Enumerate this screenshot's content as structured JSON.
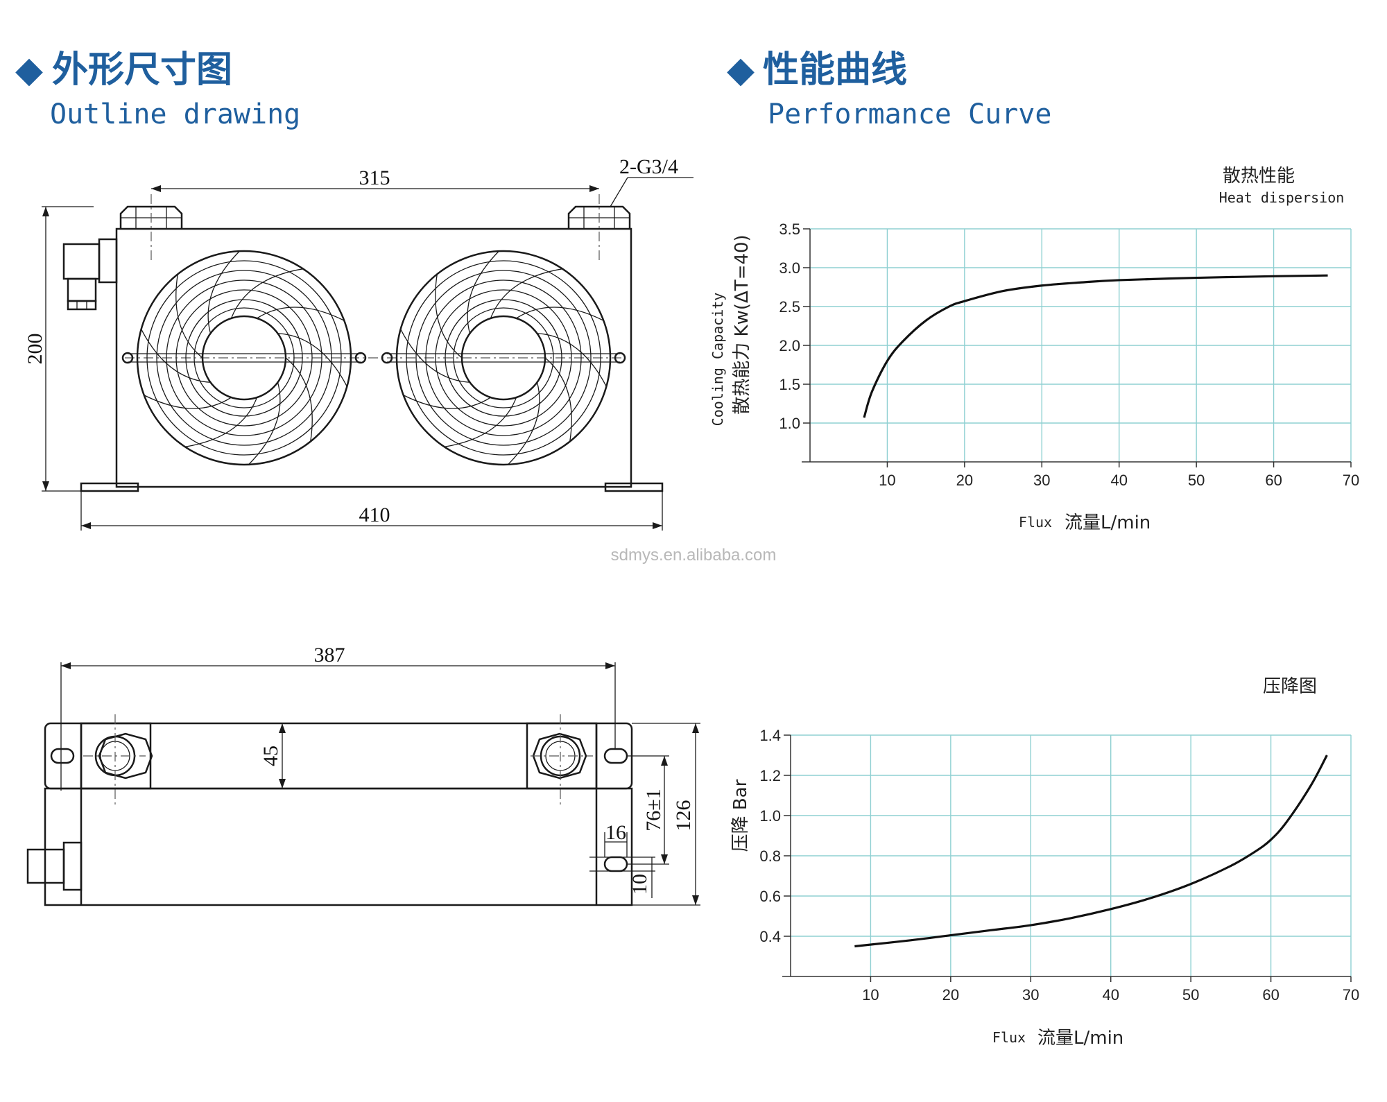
{
  "sections": {
    "outline": {
      "marker": "◆",
      "title_cn": "外形尺寸图",
      "title_en": "Outline drawing"
    },
    "performance": {
      "marker": "◆",
      "title_cn": "性能曲线",
      "title_en": "Performance Curve"
    }
  },
  "dimensions": {
    "front_top_width": "315",
    "port_spec": "2-G3/4",
    "front_height": "200",
    "front_base_width": "410",
    "side_length": "387",
    "side_thickness": "45",
    "hole_spacing": "76±1",
    "total_depth": "126",
    "hole_width": "16",
    "hole_height": "10"
  },
  "watermark": "sdmys.en.alibaba.com",
  "chart_data": [
    {
      "type": "line",
      "title": "散热性能",
      "subtitle": "Heat dispersion",
      "ylabel_en": "Cooling Capacity",
      "ylabel_cn": "散热能力 Kw(ΔT=40)",
      "xlabel_en": "Flux",
      "xlabel_cn": "流量L/min",
      "xlim": [
        0,
        70
      ],
      "ylim": [
        0.5,
        3.5
      ],
      "xticks": [
        "10",
        "20",
        "30",
        "40",
        "50",
        "60",
        "70"
      ],
      "yticks": [
        "3.5",
        "3.0",
        "2.5",
        "2.0",
        "1.5",
        "1.0"
      ],
      "grid": true,
      "series": [
        {
          "x": [
            7,
            8,
            10,
            12,
            15,
            18,
            20,
            25,
            30,
            35,
            40,
            50,
            60,
            67
          ],
          "y": [
            1.07,
            1.4,
            1.8,
            2.05,
            2.32,
            2.5,
            2.57,
            2.7,
            2.77,
            2.81,
            2.84,
            2.87,
            2.89,
            2.9
          ]
        }
      ]
    },
    {
      "type": "line",
      "title": "压降图",
      "ylabel_cn": "压降 Bar",
      "xlabel_en": "Flux",
      "xlabel_cn": "流量L/min",
      "xlim": [
        0,
        70
      ],
      "ylim": [
        0.2,
        1.4
      ],
      "xticks": [
        "10",
        "20",
        "30",
        "40",
        "50",
        "60",
        "70"
      ],
      "yticks": [
        "1.4",
        "1.2",
        "1.0",
        "0.8",
        "0.6",
        "0.4"
      ],
      "grid": true,
      "series": [
        {
          "x": [
            8,
            15,
            20,
            25,
            30,
            35,
            40,
            45,
            50,
            55,
            58,
            60,
            62,
            65,
            67
          ],
          "y": [
            0.35,
            0.38,
            0.405,
            0.43,
            0.455,
            0.49,
            0.535,
            0.59,
            0.66,
            0.75,
            0.82,
            0.88,
            0.97,
            1.15,
            1.3
          ]
        }
      ]
    }
  ]
}
